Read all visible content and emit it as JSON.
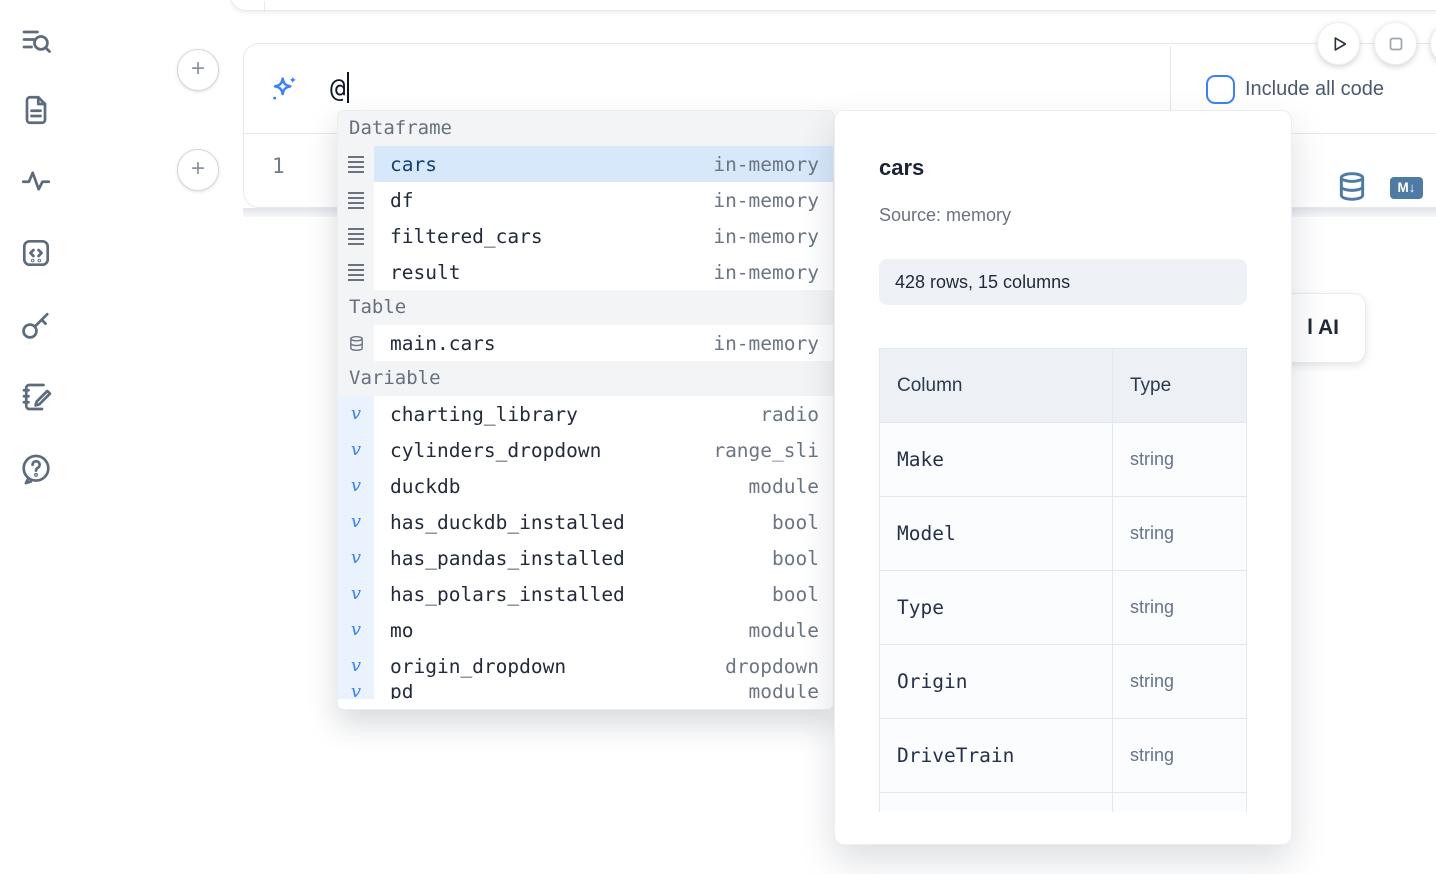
{
  "sidebar": {
    "icons": [
      "list-search",
      "document",
      "activity",
      "code-snippet",
      "key",
      "notebook-edit",
      "help-chat"
    ]
  },
  "cell": {
    "prompt_value": "@",
    "include_all_code_label": "Include all code",
    "include_all_code_checked": false,
    "line_number": "1",
    "markdown_badge": "M↓"
  },
  "ai_button": {
    "visible_label": "l AI"
  },
  "completion": {
    "sections": [
      {
        "label": "Dataframe",
        "items": [
          {
            "name": "cars",
            "type": "in-memory",
            "icon": "dataframe",
            "selected": true
          },
          {
            "name": "df",
            "type": "in-memory",
            "icon": "dataframe"
          },
          {
            "name": "filtered_cars",
            "type": "in-memory",
            "icon": "dataframe"
          },
          {
            "name": "result",
            "type": "in-memory",
            "icon": "dataframe"
          }
        ]
      },
      {
        "label": "Table",
        "items": [
          {
            "name": "main.cars",
            "type": "in-memory",
            "icon": "database"
          }
        ]
      },
      {
        "label": "Variable",
        "items": [
          {
            "name": "charting_library",
            "type": "radio",
            "icon": "variable"
          },
          {
            "name": "cylinders_dropdown",
            "type": "range_sli",
            "icon": "variable"
          },
          {
            "name": "duckdb",
            "type": "module",
            "icon": "variable"
          },
          {
            "name": "has_duckdb_installed",
            "type": "bool",
            "icon": "variable"
          },
          {
            "name": "has_pandas_installed",
            "type": "bool",
            "icon": "variable"
          },
          {
            "name": "has_polars_installed",
            "type": "bool",
            "icon": "variable"
          },
          {
            "name": "mo",
            "type": "module",
            "icon": "variable"
          },
          {
            "name": "origin_dropdown",
            "type": "dropdown",
            "icon": "variable"
          },
          {
            "name": "pd",
            "type": "module",
            "icon": "variable",
            "clipped": true
          }
        ]
      }
    ]
  },
  "preview": {
    "title": "cars",
    "source": "Source: memory",
    "shape": "428 rows, 15 columns",
    "table": {
      "headers": [
        "Column",
        "Type"
      ],
      "rows": [
        [
          "Make",
          "string"
        ],
        [
          "Model",
          "string"
        ],
        [
          "Type",
          "string"
        ],
        [
          "Origin",
          "string"
        ],
        [
          "DriveTrain",
          "string"
        ]
      ]
    }
  },
  "colors": {
    "accent_blue": "#3b82f6",
    "steel_blue": "#4e7ba3",
    "selection_bg": "#d8e8fb",
    "checkbox_blue": "#3d82f4"
  }
}
